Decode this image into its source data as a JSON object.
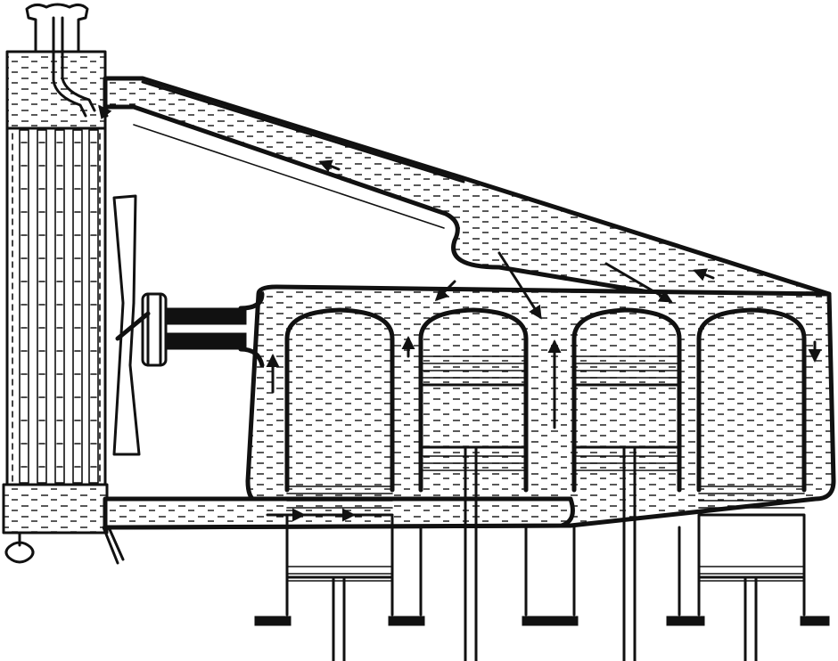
{
  "palette": {
    "ink": "#111111",
    "paper": "#ffffff"
  },
  "parts": [
    "radiator-filler-cap",
    "radiator-core-tubes",
    "upper-water-hose",
    "lower-water-hose",
    "cooling-fan",
    "fan-pulley",
    "water-jacket",
    "cylinder-1",
    "cylinder-2",
    "cylinder-3",
    "cylinder-4",
    "drain-cock"
  ],
  "flow_arrows": [
    "water-flow-arrow"
  ]
}
